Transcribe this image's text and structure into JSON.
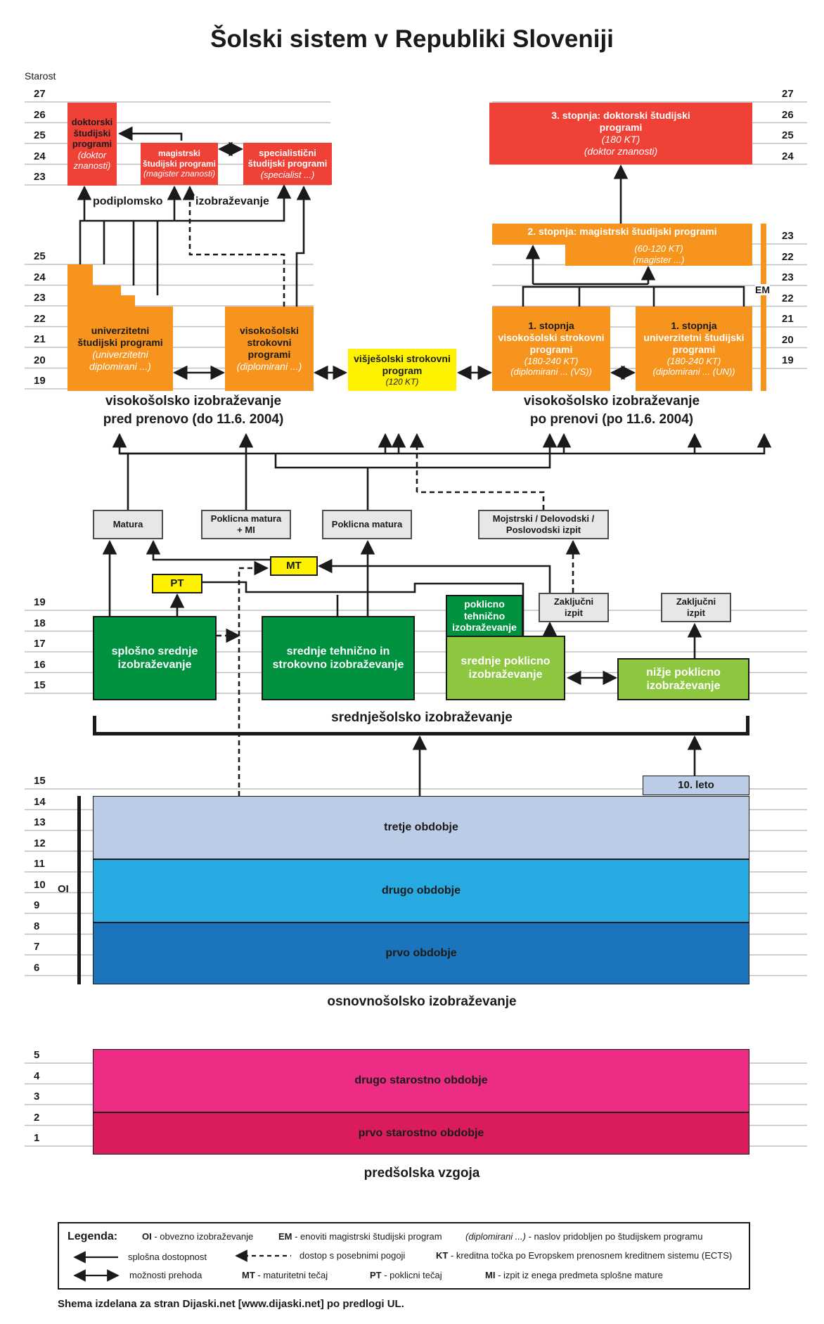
{
  "title": "Šolski sistem v Republiki Sloveniji",
  "age_header": "Starost",
  "ages": {
    "left_top": [
      "27",
      "26",
      "25",
      "24",
      "23"
    ],
    "left_mid": [
      "25",
      "24",
      "23",
      "22",
      "21",
      "20",
      "19"
    ],
    "right_top": [
      "27",
      "26",
      "25",
      "24"
    ],
    "right_mid": [
      "23",
      "22",
      "23",
      "22",
      "21",
      "20",
      "19"
    ],
    "secondary": [
      "19",
      "18",
      "17",
      "16",
      "15"
    ],
    "primary": [
      "15",
      "14",
      "13",
      "12",
      "11",
      "10",
      "9",
      "8",
      "7",
      "6"
    ],
    "preschool": [
      "5",
      "4",
      "3",
      "2",
      "1"
    ]
  },
  "left_top": {
    "doktorski": {
      "title": "doktorski študijski programi",
      "note": "(doktor znanosti)"
    },
    "magistrski": {
      "title": "magistrski študijski programi",
      "note": "(magister znanosti)"
    },
    "specialisticni": {
      "title": "specialistični študijski programi",
      "note": "(specialist ...)"
    },
    "podiplomsko": "podiplomsko",
    "izobrazevanje": "izobraževanje"
  },
  "left_mid": {
    "univerzitetni": {
      "title": "univerzitetni študijski programi",
      "note": "(univerzitetni diplomirani ...)"
    },
    "visokosolski": {
      "title": "visokošolski strokovni programi",
      "note": "(diplomirani ...)"
    },
    "caption_1": "visokošolsko izobraževanje",
    "caption_2": "pred prenovo (do 11.6. 2004)"
  },
  "visjesolski": {
    "title": "višješolski strokovni program",
    "note": "(120 KT)"
  },
  "right": {
    "stopnja3": {
      "title": "3. stopnja: doktorski študijski programi",
      "note1": "(180 KT)",
      "note2": "(doktor znanosti)"
    },
    "stopnja2": {
      "title": "2. stopnja: magistrski študijski programi",
      "note1": "(60-120 KT)",
      "note2": "(magister ...)"
    },
    "em": "EM",
    "stopnja1a": {
      "title1": "1. stopnja",
      "title2": "visokošolski strokovni programi",
      "note": "(180-240 KT)",
      "note2": "(diplomirani ... (VS))"
    },
    "stopnja1b": {
      "title1": "1. stopnja",
      "title2": "univerzitetni študijski programi",
      "note": "(180-240 KT)",
      "note2": "(diplomirani ... (UN))"
    },
    "caption_1": "visokošolsko izobraževanje",
    "caption_2": "po prenovi (po 11.6. 2004)"
  },
  "exams": {
    "matura": "Matura",
    "poklicna_mi_1": "Poklicna matura",
    "poklicna_mi_2": "+ MI",
    "poklicna": "Poklicna matura",
    "mojstrski_1": "Mojstrski / Delovodski /",
    "mojstrski_2": "Poslovodski izpit",
    "mt": "MT",
    "pt": "PT",
    "zakljucni_1": "Zaključni izpit",
    "zakljucni_2": "Zaključni izpit"
  },
  "secondary": {
    "splosno": "splošno srednje izobraževanje",
    "tehnicno": "srednje tehnično in strokovno izobraževanje",
    "poklicno_tehnicno": "poklicno tehnično izobraževanje",
    "poklicno": "srednje poklicno izobraževanje",
    "nizje": "nižje poklicno izobraževanje",
    "caption": "srednješolsko izobraževanje"
  },
  "primary": {
    "leto10": "10. leto",
    "oi": "OI",
    "tretje": "tretje obdobje",
    "drugo": "drugo obdobje",
    "prvo": "prvo obdobje",
    "caption": "osnovnošolsko izobraževanje"
  },
  "preschool": {
    "drugo": "drugo starostno obdobje",
    "prvo": "prvo starostno obdobje",
    "caption": "predšolska vzgoja"
  },
  "legend": {
    "heading": "Legenda:",
    "oi_key": "OI",
    "oi_text": " - obvezno izobraževanje",
    "em_key": "EM",
    "em_text": " - enoviti magistrski študijski program",
    "dipl_key": "(diplomirani ...)",
    "dipl_text": " - naslov pridobljen po študijskem programu",
    "arrow_text": "splošna dostopnost",
    "dashed_text": "dostop s posebnimi pogoji",
    "kt_key": "KT",
    "kt_text": " - kreditna točka po Evropskem prenosnem kreditnem sistemu (ECTS)",
    "double_text": "možnosti prehoda",
    "mt_key": "MT",
    "mt_text": " - maturitetni tečaj",
    "pt_key": "PT",
    "pt_text": " - poklicni tečaj",
    "mi_key": "MI",
    "mi_text": " - izpit iz enega predmeta splošne mature"
  },
  "footer": "Shema izdelana za stran Dijaski.net [www.dijaski.net] po predlogi UL.",
  "colors": {
    "orange": "#f7941d",
    "red": "#ef4136",
    "yellow": "#fff200",
    "dark_green": "#00923f",
    "light_green": "#8dc63f",
    "gray": "#e6e7e8",
    "lavender": "#bccbe6",
    "sky": "#27aae1",
    "blue": "#1c75bc",
    "pink": "#ed2c84",
    "crimson": "#da1c5c"
  }
}
